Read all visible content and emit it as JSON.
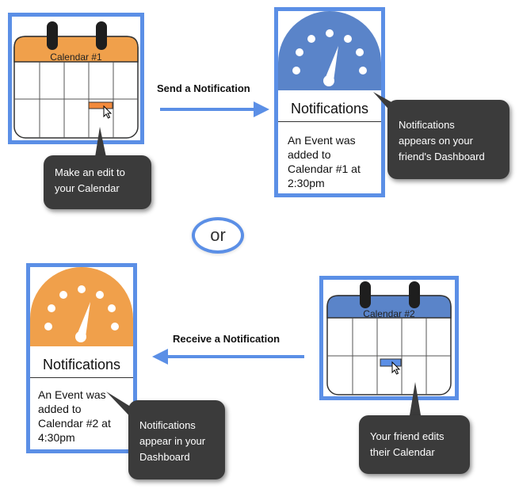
{
  "calendar1": {
    "title": "Calendar #1",
    "header_color": "#f0a04b",
    "marker_color": "#f28a3c"
  },
  "calendar2": {
    "title": "Calendar #2",
    "header_color": "#5a84c9",
    "marker_color": "#5b8fe6"
  },
  "notification1": {
    "title": "Notifications",
    "body": "An Event was\nadded to\nCalendar #1 at\n2:30pm",
    "gauge_color": "#5a84c9"
  },
  "notification2": {
    "title": "Notifications",
    "body": "An Event was\nadded to\nCalendar #2 at\n4:30pm",
    "gauge_color": "#f0a04b"
  },
  "flows": {
    "send_label": "Send a Notification",
    "receive_label": "Receive a Notification",
    "or_label": "or"
  },
  "bubbles": {
    "edit_calendar": "Make an edit to\nyour Calendar",
    "appears_friend": "Notifications\nappears on your\nfriend's Dashboard",
    "appear_yours": "Notifications\nappear in your\nDashboard",
    "friend_edits": "Your friend edits\ntheir Calendar"
  },
  "colors": {
    "frame": "#5b8fe6",
    "arrow": "#5b8fe6",
    "bubble": "#3b3b3b"
  },
  "icons": [
    "calendar-icon",
    "dashboard-gauge-icon",
    "cursor-arrow-icon"
  ]
}
